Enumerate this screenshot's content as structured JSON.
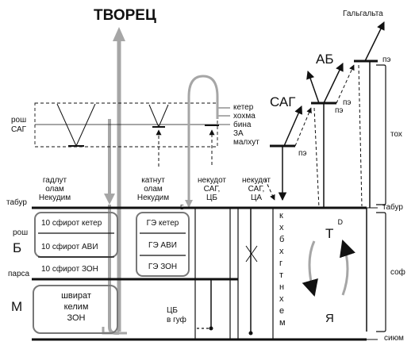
{
  "title": "ТВОРЕЦ",
  "galgalta": "Гальгальта",
  "ab": "АБ",
  "sag": "САГ",
  "pe": "пэ",
  "rosh_sag": [
    "рош",
    "САГ"
  ],
  "sfirot_list": [
    "кетер",
    "хохма",
    "бина",
    "ЗА",
    "малхут"
  ],
  "col_gadlut": [
    "гадлут",
    "олам",
    "Некудим"
  ],
  "col_katnut": [
    "катнут",
    "олам",
    "Некудим"
  ],
  "col_nekudot_sag_cb": [
    "некудот",
    "САГ,",
    "ЦБ"
  ],
  "col_nekudot_sag_ca": [
    "некудот",
    "САГ,",
    "ЦА"
  ],
  "levels": {
    "tabur": "табур",
    "rosh": "рош",
    "parsa": "парса",
    "b": "Б",
    "m": "М",
    "siyum": "сиюм",
    "tokh": "тох",
    "sof": "соф",
    "b_small": "Б"
  },
  "boxes": {
    "sfirot_keter": "10 сфирот кетер",
    "sfirot_avi": "10 сфирот АВИ",
    "sfirot_zon": "10 сфирот ЗОН",
    "ge_keter": "ГЭ кетер",
    "ge_avi": "ГЭ АВИ",
    "ge_zon": "ГЭ ЗОН",
    "shvirat": [
      "швират",
      "келим",
      "ЗОН"
    ]
  },
  "cb_in_guf": [
    "ЦБ",
    "в гуф"
  ],
  "vertical_letters": [
    "к",
    "х",
    "б",
    "х",
    "г",
    "т",
    "н",
    "х",
    "е",
    "м"
  ],
  "cycle": {
    "top": "Т",
    "bottom": "Я",
    "mark": "ᴰ"
  }
}
